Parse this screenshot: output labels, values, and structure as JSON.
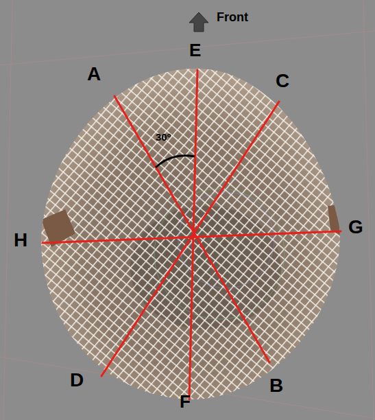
{
  "diagram": {
    "labels": [
      "Front",
      "E",
      "A",
      "C",
      "30º",
      "H",
      "G",
      "D",
      "F",
      "B"
    ]
  }
}
